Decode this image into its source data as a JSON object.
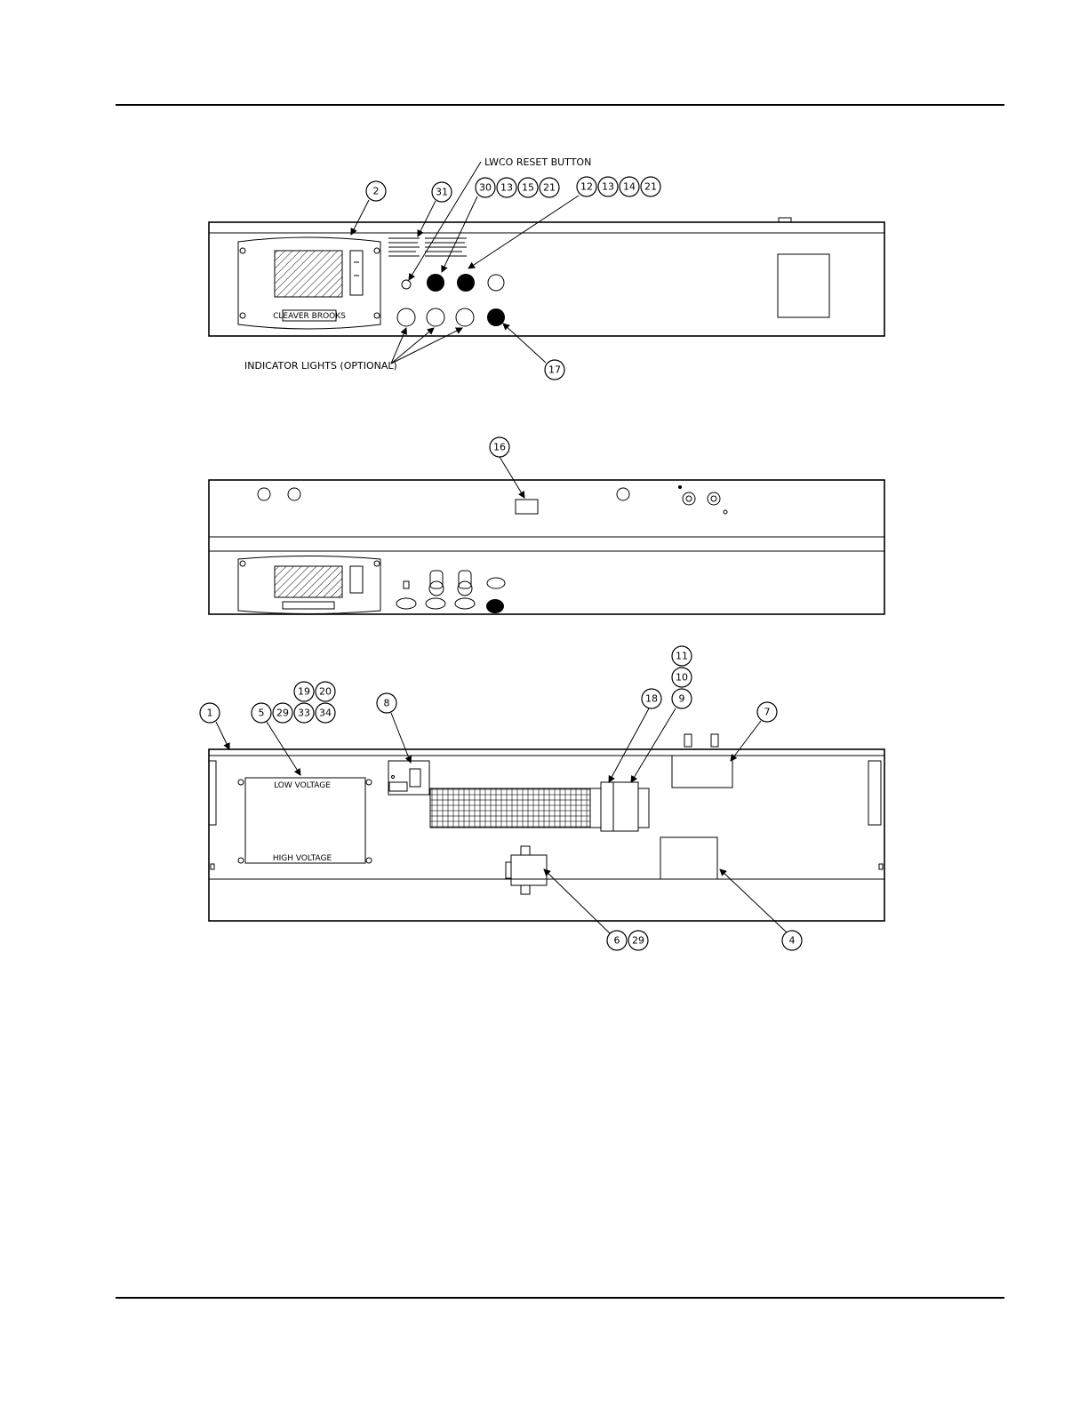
{
  "top_view": {
    "lwco_label": "LWCO RESET BUTTON",
    "indicator_label": "INDICATOR LIGHTS (OPTIONAL)",
    "callouts": [
      "2",
      "31",
      "30",
      "13",
      "15",
      "21",
      "12",
      "13",
      "14",
      "21",
      "17"
    ]
  },
  "middle_view": {
    "callouts": [
      "16"
    ]
  },
  "bottom_view": {
    "low_voltage": "LOW VOLTAGE",
    "high_voltage": "HIGH VOLTAGE",
    "callouts": [
      "11",
      "10",
      "9",
      "18",
      "7",
      "8",
      "1",
      "5",
      "29",
      "33",
      "34",
      "19",
      "20",
      "6",
      "29",
      "4"
    ]
  },
  "logo_text": "CLEAVER BROOKS"
}
